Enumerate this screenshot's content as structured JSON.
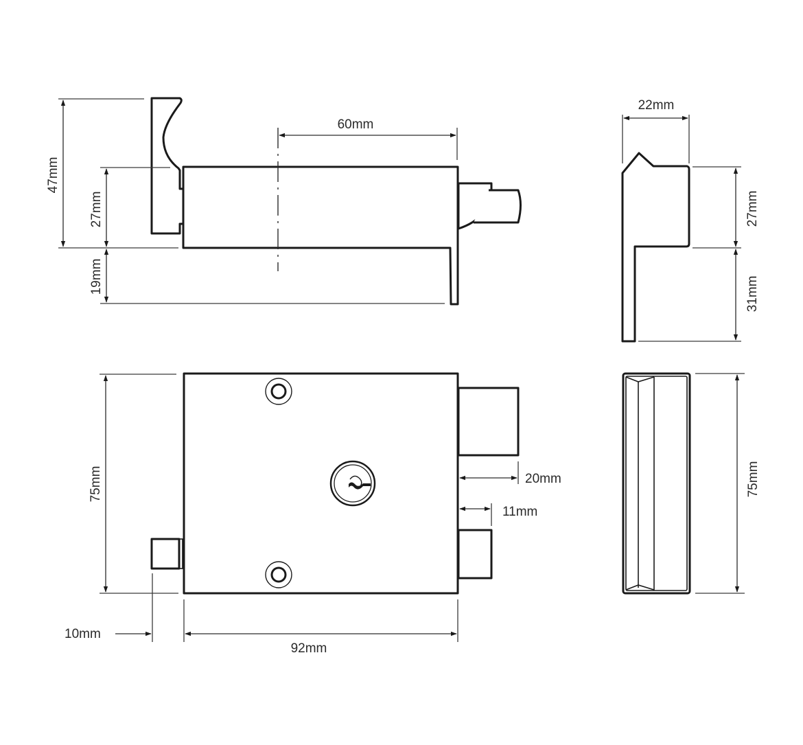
{
  "drawing": {
    "subject": "Rim lock technical dimension drawing",
    "views": {
      "side_view": {
        "dimensions": {
          "overall_height": "47mm",
          "body_height": "27mm",
          "lower_extension": "19mm",
          "bolt_backset": "60mm"
        }
      },
      "end_view_top": {
        "dimensions": {
          "width": "22mm",
          "upper_height": "27mm",
          "lower_height": "31mm"
        }
      },
      "front_view": {
        "dimensions": {
          "height": "75mm",
          "width": "92mm",
          "deadbolt_throw": "20mm",
          "latch_throw": "11mm",
          "staple_projection": "10mm"
        }
      },
      "end_view_bottom": {
        "dimensions": {
          "height": "75mm"
        }
      }
    },
    "colors": {
      "line": "#1a1a1a",
      "text": "#2a2a2a",
      "background": "#ffffff"
    }
  }
}
